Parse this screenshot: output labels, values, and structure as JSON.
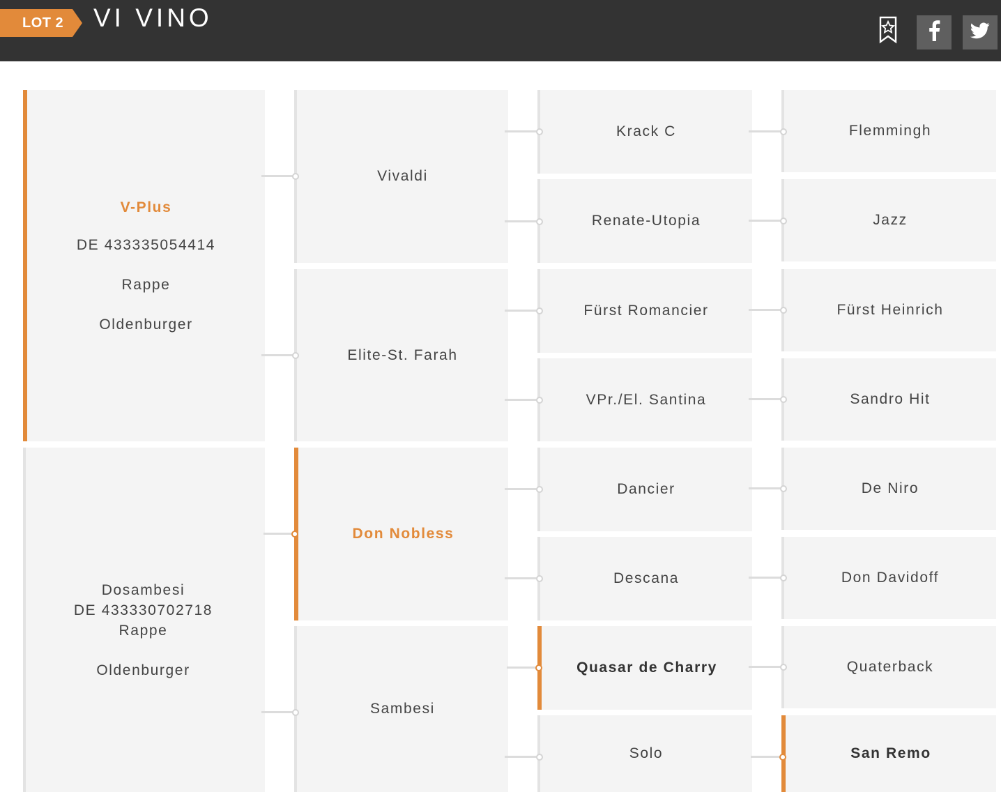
{
  "header": {
    "lot_label": "LOT 2",
    "title": "VI VINO",
    "icons": [
      "bookmark-star-icon",
      "facebook-icon",
      "twitter-icon"
    ]
  },
  "colors": {
    "accent": "#e28a3a",
    "header_bg": "#333333",
    "box_bg": "#f4f4f4"
  },
  "pedigree": {
    "sire": {
      "name": "V-Plus",
      "id": "DE 433335054414",
      "color": "Rappe",
      "breed": "Oldenburger"
    },
    "dam": {
      "name": "Dosambesi",
      "id": "DE 433330702718",
      "color": "Rappe",
      "breed": "Oldenburger"
    },
    "generation2": [
      "Vivaldi",
      "Elite-St. Farah",
      "Don Nobless",
      "Sambesi"
    ],
    "generation3": [
      "Krack C",
      "Renate-Utopia",
      "Fürst Romancier",
      "VPr./El. Santina",
      "Dancier",
      "Descana",
      "Quasar de Charry",
      "Solo"
    ],
    "generation4": [
      "Flemmingh",
      "Jazz",
      "Fürst Heinrich",
      "Sandro Hit",
      "De Niro",
      "Don Davidoff",
      "Quaterback",
      "San Remo"
    ]
  }
}
